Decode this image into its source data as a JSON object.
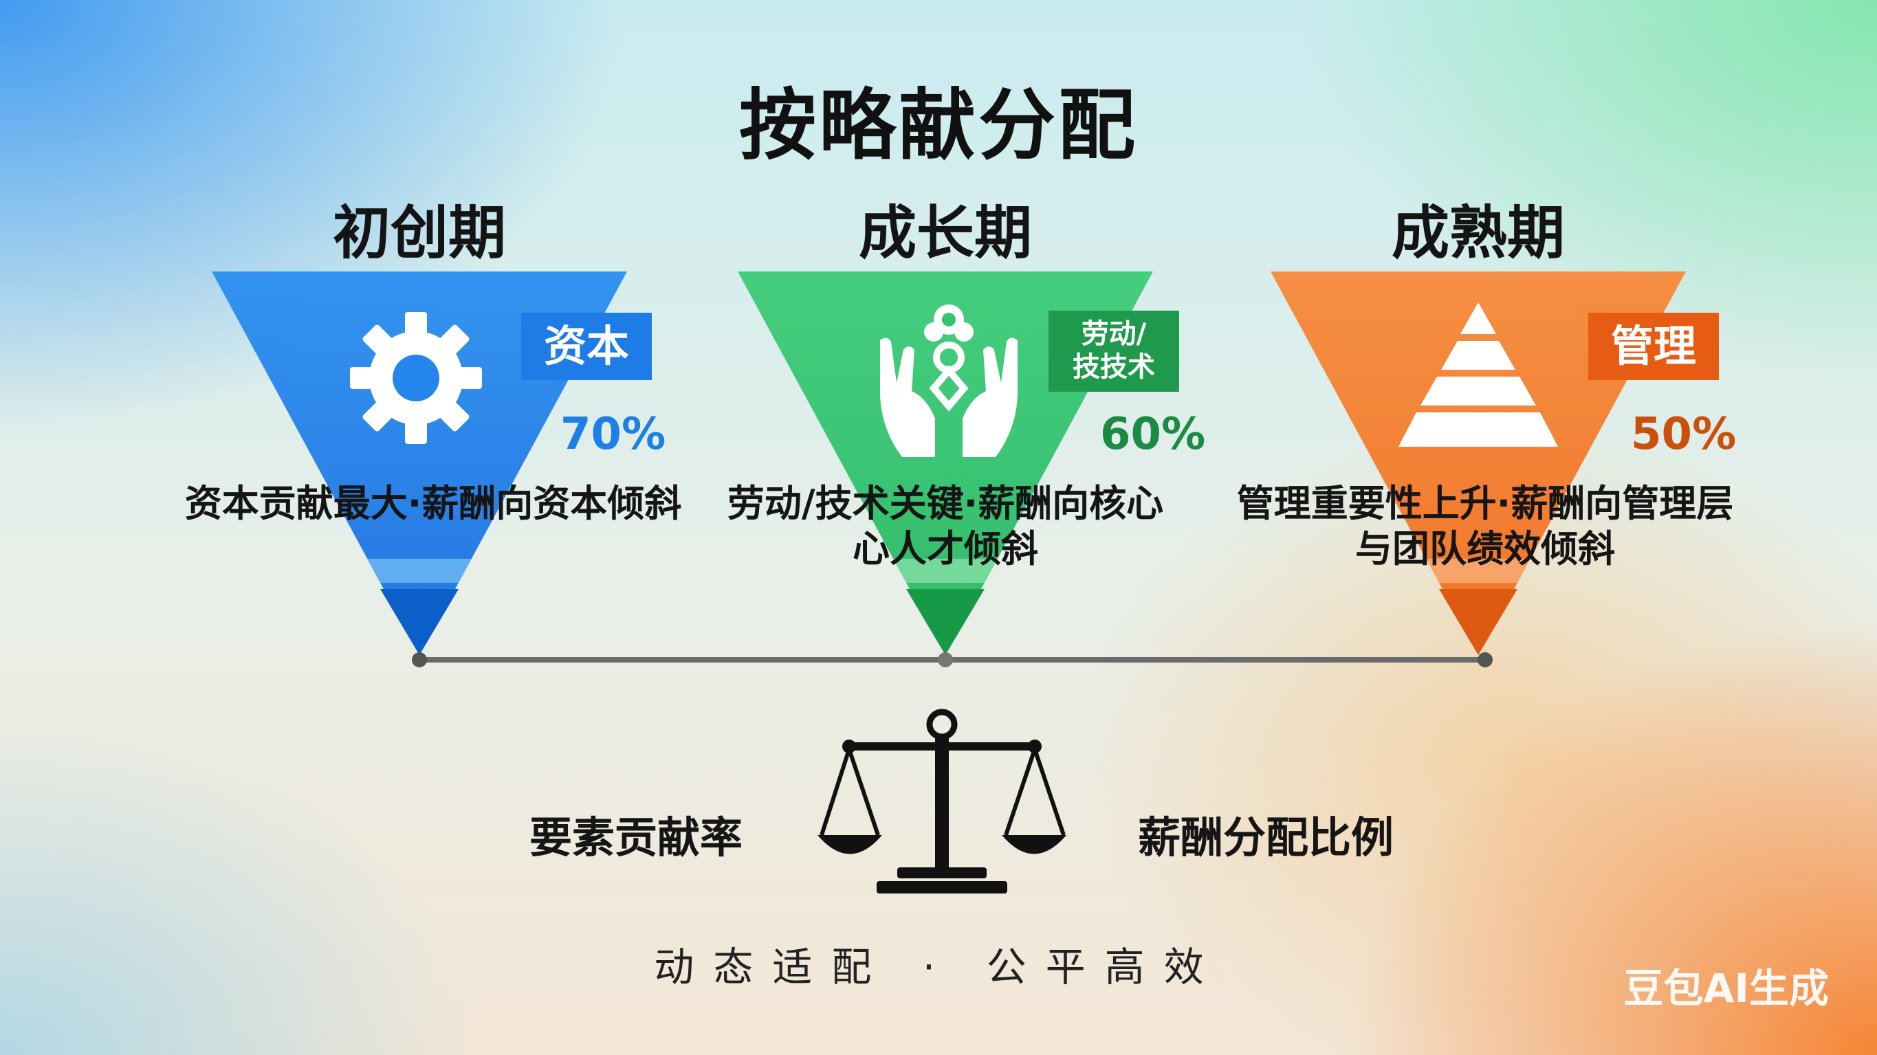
{
  "title": "按略献分配",
  "stages": [
    {
      "name": "初创期",
      "badge": "资本",
      "percent": "70%",
      "description": [
        "资本贡献最大·薪酬向资本倾斜"
      ],
      "icon": "gear-icon",
      "color": "#1e7fe6",
      "color_dark": "#0a5fc8",
      "pct_color": "#1e7fe6"
    },
    {
      "name": "成长期",
      "badge": "劳动/\n技技术",
      "percent": "60%",
      "description": [
        "劳动/技术关键·薪酬向核心",
        "心人才倾斜"
      ],
      "icon": "hands-icon",
      "color": "#2fc06a",
      "color_dark": "#169a48",
      "pct_color": "#1c8a45"
    },
    {
      "name": "成熟期",
      "badge": "管理",
      "percent": "50%",
      "description": [
        "管理重要性上升·薪酬向管理层",
        "与团队绩效倾斜"
      ],
      "icon": "pyramid-icon",
      "color": "#f47a2a",
      "color_dark": "#dd5a10",
      "pct_color": "#c9500d"
    }
  ],
  "scale": {
    "left_label": "要素贡献率",
    "right_label": "薪酬分配比例",
    "icon": "balance-scale-icon"
  },
  "tagline": "动态适配 · 公平高效",
  "watermark": "豆包AI生成"
}
